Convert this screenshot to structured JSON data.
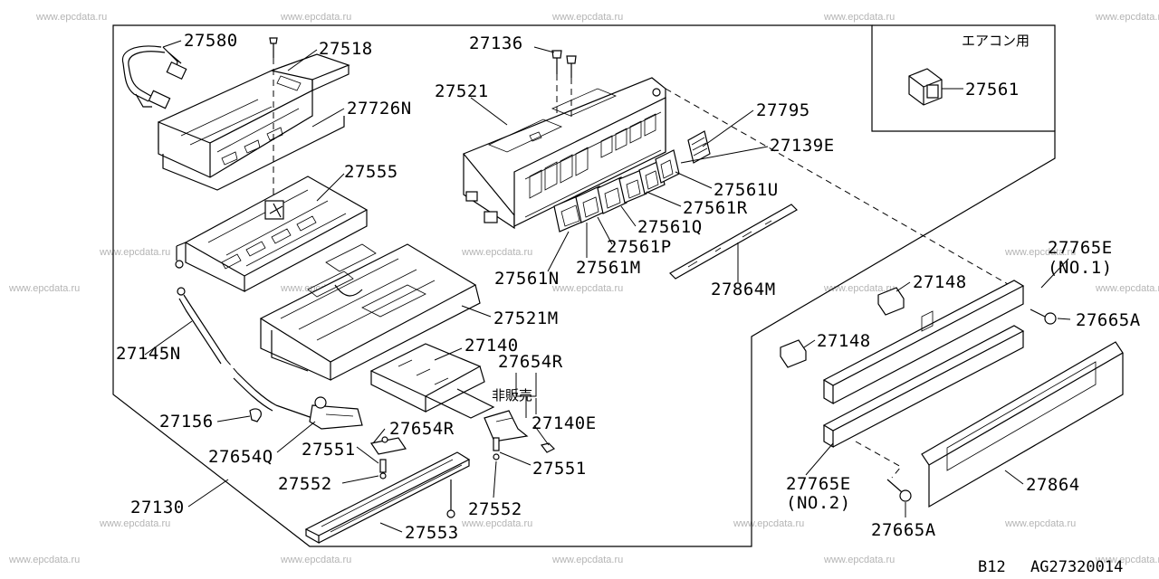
{
  "watermark": "www.epcdata.ru",
  "inset_title": "エアコン用",
  "hanbai_note": "非販売",
  "footer": {
    "page_code": "B12",
    "diagram_code": "AG27320014"
  },
  "parts": {
    "p27580": "27580",
    "p27518": "27518",
    "p27726N": "27726N",
    "p27555": "27555",
    "p27136": "27136",
    "p27521": "27521",
    "p27795": "27795",
    "p27139E": "27139E",
    "p27561U": "27561U",
    "p27561R": "27561R",
    "p27561Q": "27561Q",
    "p27561P": "27561P",
    "p27561N": "27561N",
    "p27561M": "27561M",
    "p27864M": "27864M",
    "p27561": "27561",
    "p27521M": "27521M",
    "p27140": "27140",
    "p27654R_a": "27654R",
    "p27140E": "27140E",
    "p27145N": "27145N",
    "p27156": "27156",
    "p27654Q": "27654Q",
    "p27654R_b": "27654R",
    "p27551_a": "27551",
    "p27551_b": "27551",
    "p27552_a": "27552",
    "p27552_b": "27552",
    "p27130": "27130",
    "p27553": "27553",
    "p27765E_a": "27765E",
    "no1": "(NO.1)",
    "p27148_a": "27148",
    "p27148_b": "27148",
    "p27665A_a": "27665A",
    "p27665A_b": "27665A",
    "p27765E_b": "27765E",
    "no2": "(NO.2)",
    "p27864": "27864"
  }
}
